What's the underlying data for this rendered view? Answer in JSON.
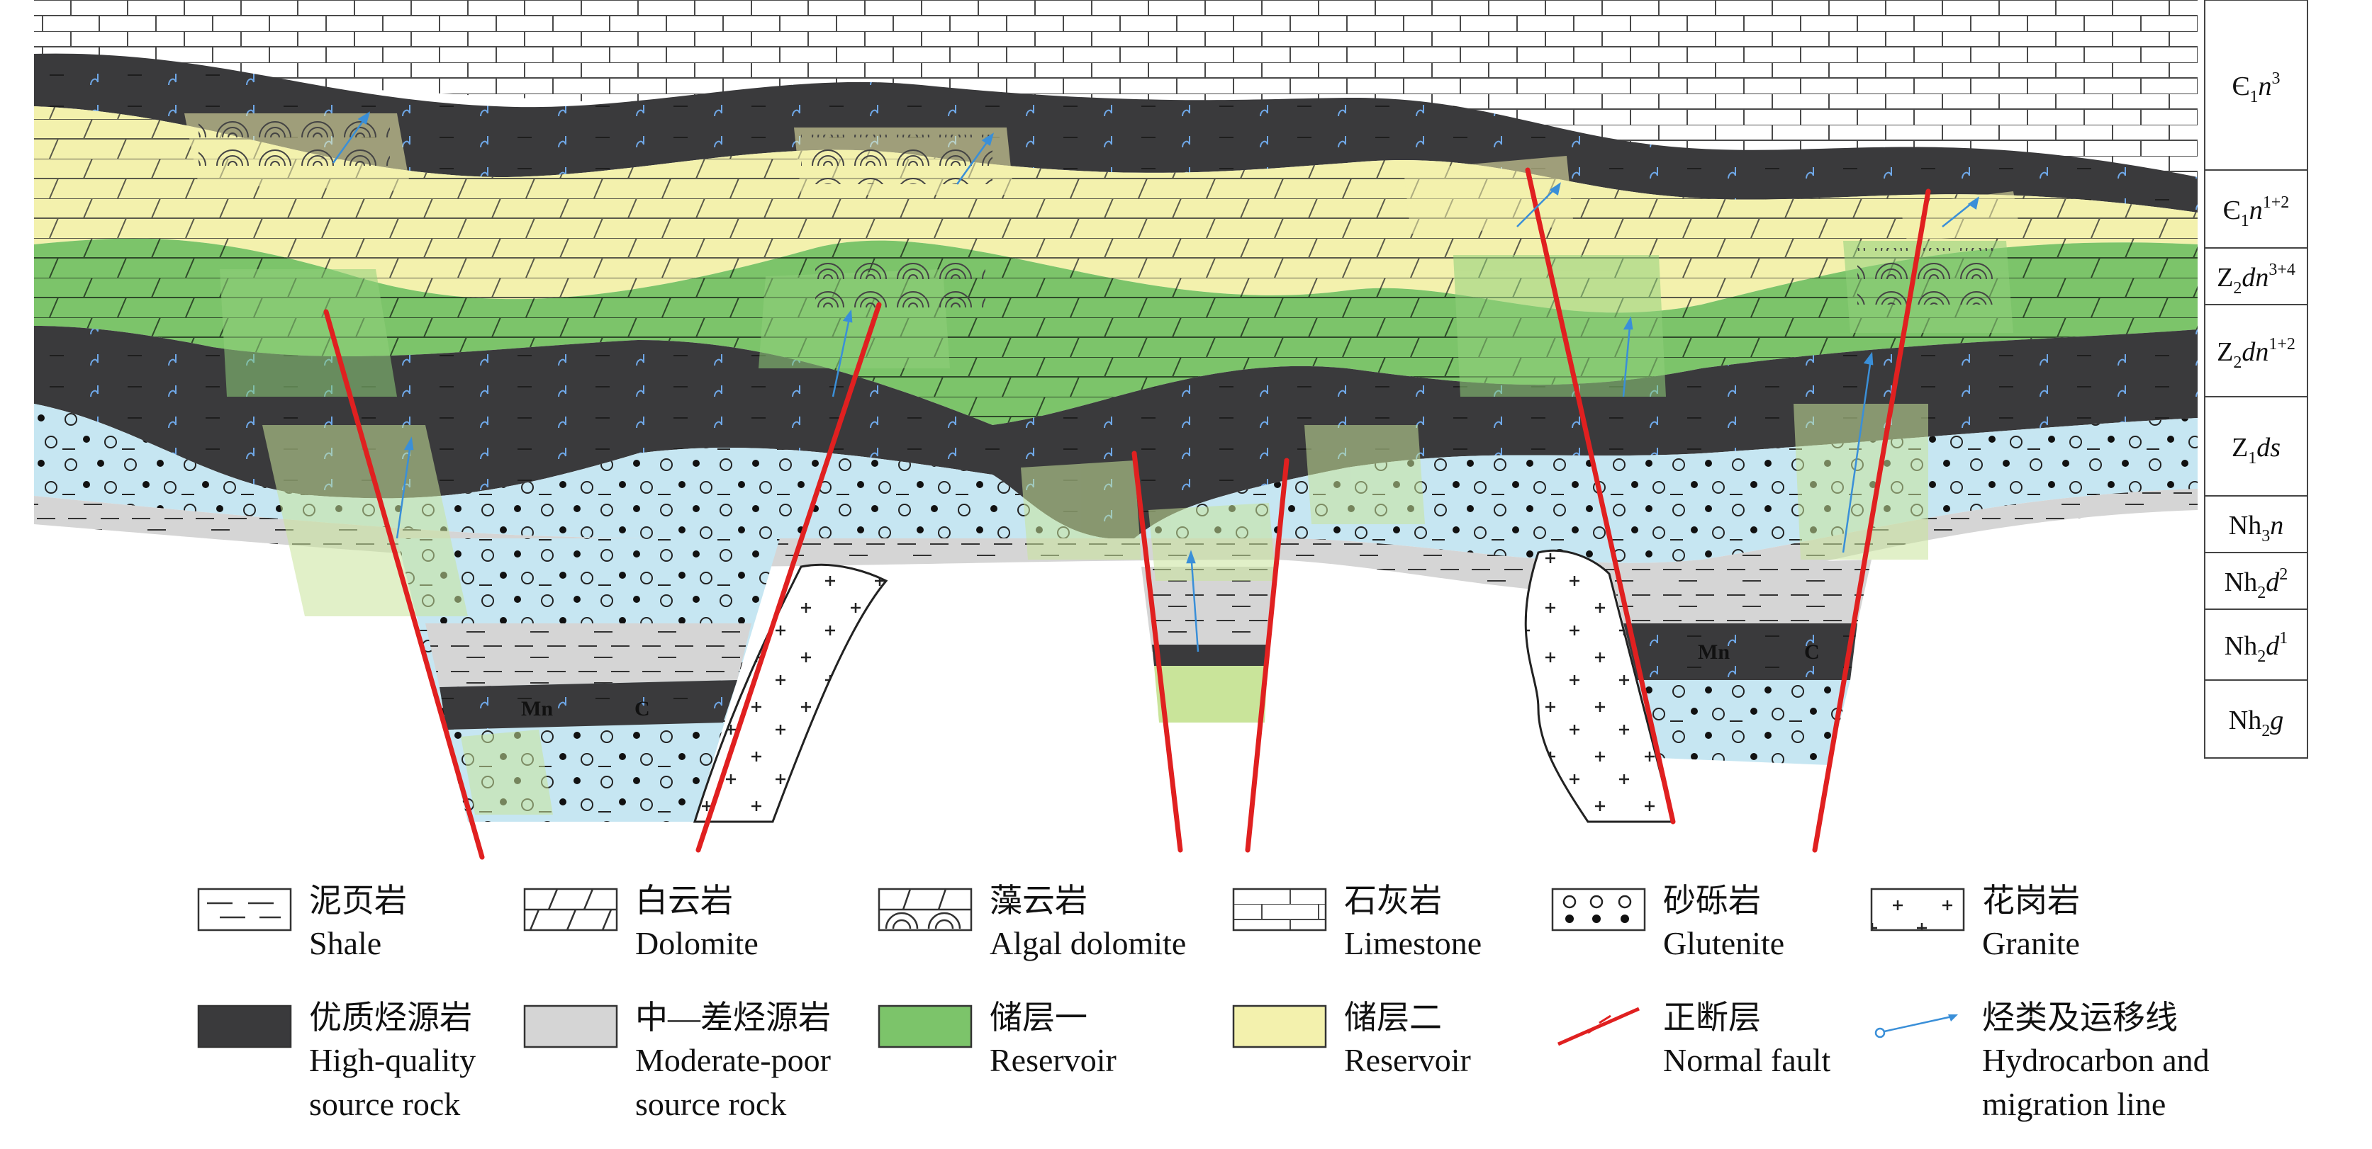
{
  "colors": {
    "high_quality_source": "#3a3a3c",
    "moderate_source": "#d5d5d5",
    "reservoir_one": "#7cc46a",
    "reservoir_two": "#f3f1ad",
    "glutenite": "#c6e6f2",
    "limestone": "#ffffff",
    "fault": "#e02020",
    "migration": "#3a8fd8"
  },
  "strata_labels": [
    {
      "pre": "Є",
      "sub": "1",
      "main": "n",
      "sup": "3"
    },
    {
      "pre": "Є",
      "sub": "1",
      "main": "n",
      "sup": "1+2"
    },
    {
      "pre": "Z",
      "sub": "2",
      "main": "dn",
      "sup": "3+4"
    },
    {
      "pre": "Z",
      "sub": "2",
      "main": "dn",
      "sup": "1+2"
    },
    {
      "pre": "Z",
      "sub": "1",
      "main": "ds",
      "sup": ""
    },
    {
      "pre": "Nh",
      "sub": "3",
      "main": "n",
      "sup": ""
    },
    {
      "pre": "Nh",
      "sub": "2",
      "main": "d",
      "sup": "2"
    },
    {
      "pre": "Nh",
      "sub": "2",
      "main": "d",
      "sup": "1"
    },
    {
      "pre": "Nh",
      "sub": "2",
      "main": "g",
      "sup": ""
    }
  ],
  "annotations": {
    "mn": "Mn",
    "c": "C"
  },
  "legend": [
    {
      "key": "shale",
      "cn": "泥页岩",
      "en": [
        "Shale"
      ]
    },
    {
      "key": "dolomite",
      "cn": "白云岩",
      "en": [
        "Dolomite"
      ]
    },
    {
      "key": "algal",
      "cn": "藻云岩",
      "en": [
        "Algal dolomite"
      ]
    },
    {
      "key": "limestone",
      "cn": "石灰岩",
      "en": [
        "Limestone"
      ]
    },
    {
      "key": "glutenite",
      "cn": "砂砾岩",
      "en": [
        "Glutenite"
      ]
    },
    {
      "key": "granite",
      "cn": "花岗岩",
      "en": [
        "Granite"
      ]
    },
    {
      "key": "hq_source",
      "cn": "优质烃源岩",
      "en": [
        "High-quality",
        "source rock"
      ]
    },
    {
      "key": "mp_source",
      "cn": "中—差烃源岩",
      "en": [
        "Moderate-poor",
        "source rock"
      ]
    },
    {
      "key": "reservoir1",
      "cn": "储层一",
      "en": [
        "Reservoir"
      ]
    },
    {
      "key": "reservoir2",
      "cn": "储层二",
      "en": [
        "Reservoir"
      ]
    },
    {
      "key": "fault",
      "cn": "正断层",
      "en": [
        "Normal fault"
      ]
    },
    {
      "key": "migration",
      "cn": "烃类及运移线",
      "en": [
        "Hydrocarbon and",
        "migration line"
      ]
    }
  ]
}
